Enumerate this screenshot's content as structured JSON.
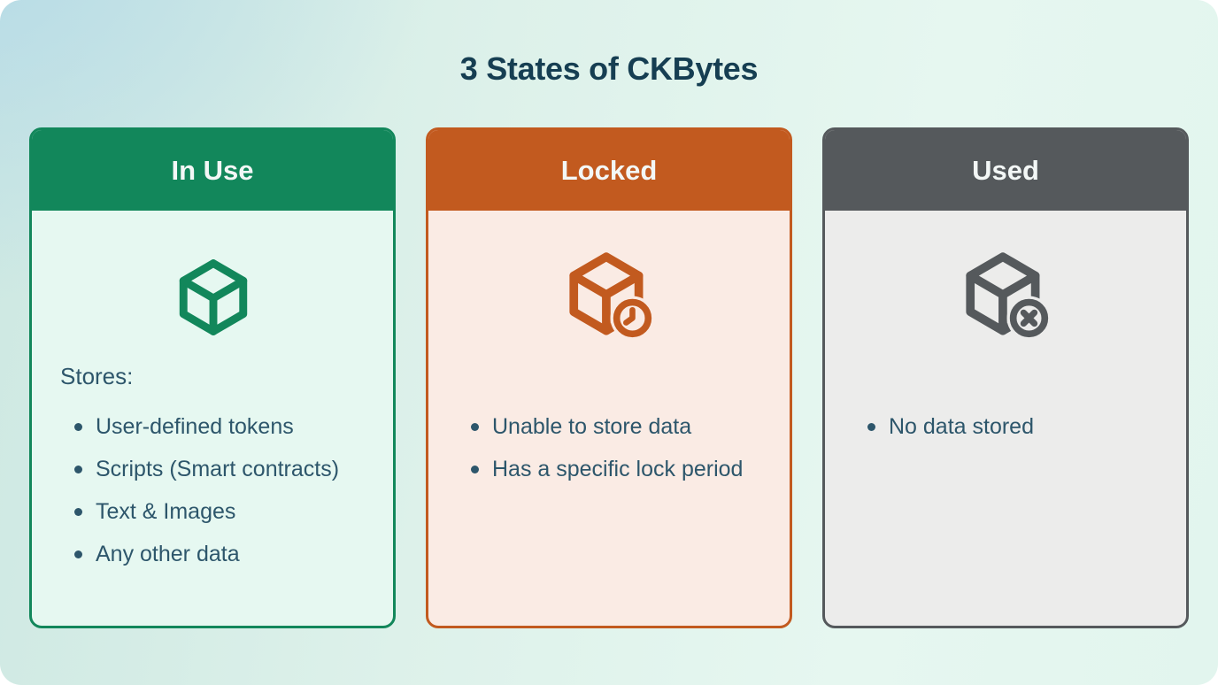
{
  "page": {
    "title": "3 States of CKBytes",
    "title_color": "#163E52",
    "body_text_color": "#2D566B",
    "background": {
      "top_left": "#B5DAE7",
      "bottom_left": "#CDE8E2",
      "right": "#E6F7F0"
    }
  },
  "cards": [
    {
      "id": "in-use",
      "title": "In Use",
      "accent_color": "#12875B",
      "body_color": "#E6F8F1",
      "icon": "cube-icon",
      "intro": "Stores:",
      "bullets": [
        "User-defined tokens",
        "Scripts (Smart contracts)",
        "Text & Images",
        "Any other data"
      ]
    },
    {
      "id": "locked",
      "title": "Locked",
      "accent_color": "#C25A1F",
      "body_color": "#FAEBE4",
      "icon": "cube-clock-icon",
      "intro": "",
      "bullets": [
        "Unable to store data",
        "Has a specific lock period"
      ]
    },
    {
      "id": "used",
      "title": "Used",
      "accent_color": "#55595C",
      "body_color": "#ECECEB",
      "icon": "cube-x-icon",
      "intro": "",
      "bullets": [
        "No data stored"
      ]
    }
  ]
}
